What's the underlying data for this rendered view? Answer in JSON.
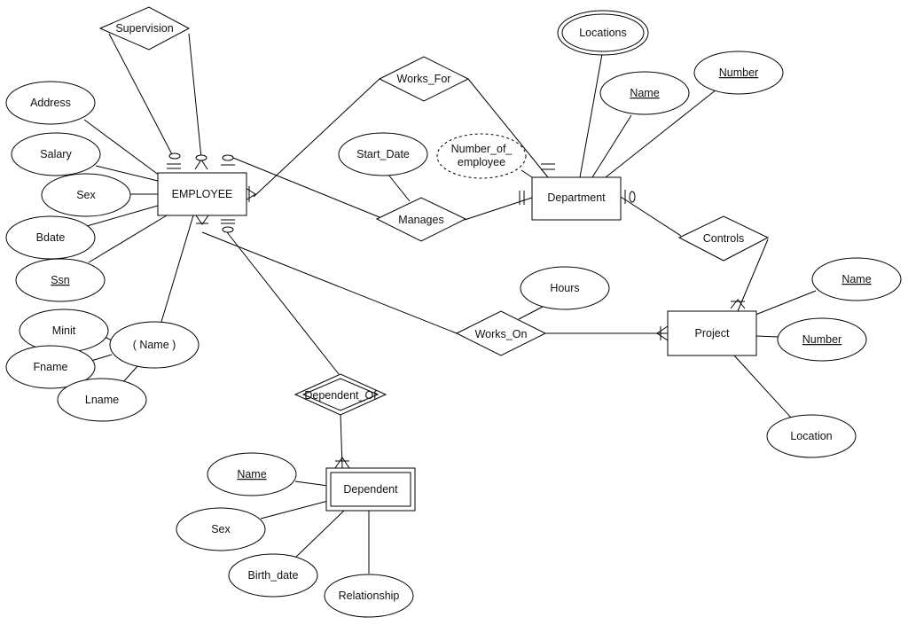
{
  "entities": {
    "employee": "EMPLOYEE",
    "department": "Department",
    "project": "Project",
    "dependent": "Dependent"
  },
  "relationships": {
    "supervision": "Supervision",
    "works_for": "Works_For",
    "manages": "Manages",
    "controls": "Controls",
    "works_on": "Works_On",
    "dependent_of": "Dependent_Of"
  },
  "attributes": {
    "employee": {
      "address": "Address",
      "salary": "Salary",
      "sex": "Sex",
      "bdate": "Bdate",
      "ssn": "Ssn",
      "name": "( Name )",
      "minit": "Minit",
      "fname": "Fname",
      "lname": "Lname"
    },
    "department": {
      "locations": "Locations",
      "name": "Name",
      "number": "Number",
      "number_of_employee_line1": "Number_of_",
      "number_of_employee_line2": "employee"
    },
    "manages": {
      "start_date": "Start_Date"
    },
    "works_on": {
      "hours": "Hours"
    },
    "project": {
      "name": "Name",
      "number": "Number",
      "location": "Location"
    },
    "dependent": {
      "name": "Name",
      "sex": "Sex",
      "birth_date": "Birth_date",
      "relationship": "Relationship"
    }
  }
}
